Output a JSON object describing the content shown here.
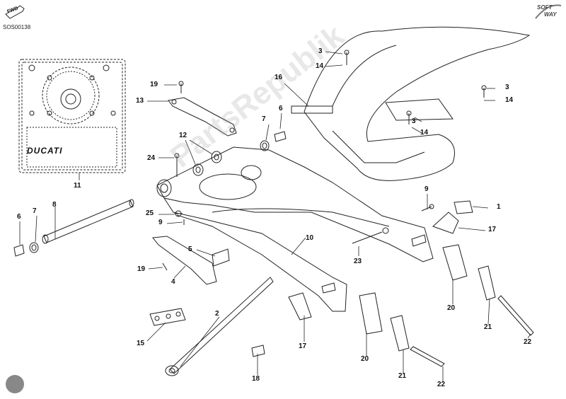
{
  "diagram": {
    "code": "SOS00138",
    "fwd_label": "FWD",
    "brand_line1": "SOFT",
    "brand_line2": "WAY",
    "plate_text": "DUCATI",
    "watermark": "PartsRepublik",
    "labels": [
      "1",
      "2",
      "3",
      "3",
      "3",
      "4",
      "5",
      "6",
      "6",
      "7",
      "7",
      "8",
      "9",
      "9",
      "10",
      "11",
      "12",
      "13",
      "14",
      "14",
      "14",
      "15",
      "16",
      "17",
      "17",
      "18",
      "19",
      "19",
      "20",
      "20",
      "21",
      "21",
      "22",
      "22",
      "23",
      "24",
      "25"
    ]
  }
}
